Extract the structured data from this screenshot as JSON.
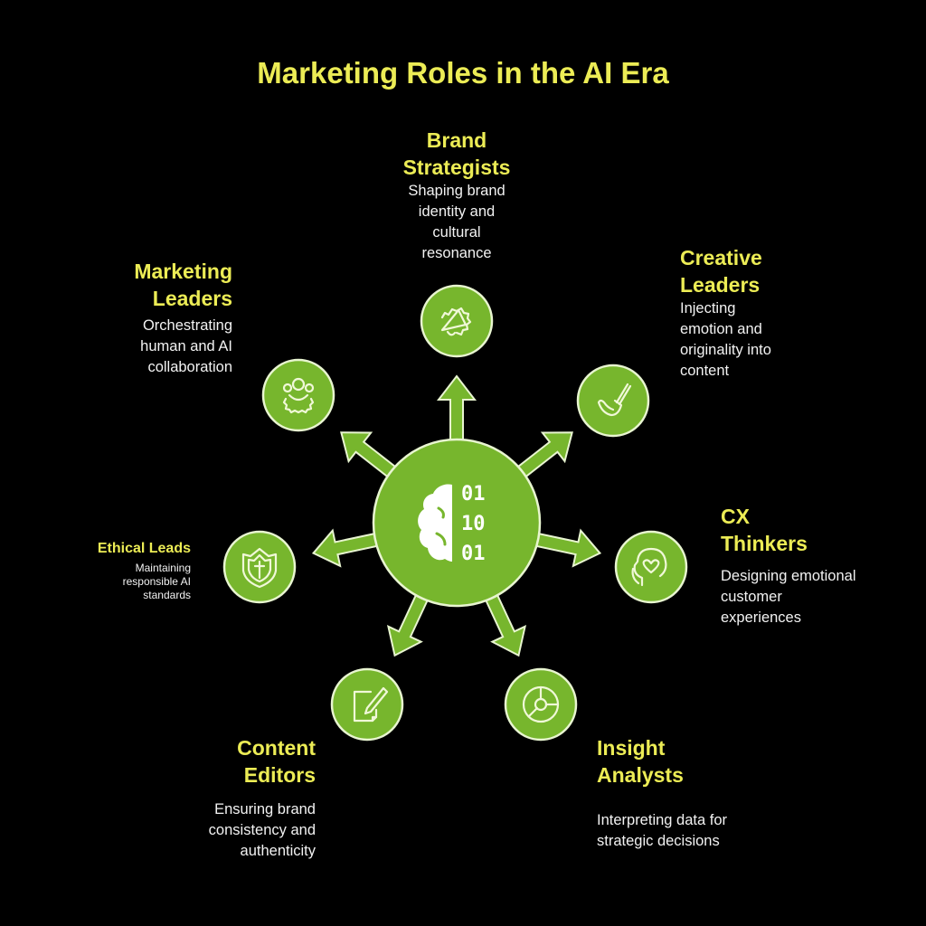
{
  "title": "Marketing Roles in the AI Era",
  "colors": {
    "accent": "#77b62d",
    "title": "#ecec55",
    "text": "#f2f2f2",
    "background": "#000000",
    "outline": "#e8f5d0"
  },
  "center": {
    "icon": "brain-binary-icon",
    "binary": [
      "01",
      "10",
      "01"
    ]
  },
  "roles": [
    {
      "id": "brand-strategists",
      "title_lines": [
        "Brand",
        "Strategists"
      ],
      "desc_lines": [
        "Shaping brand",
        "identity and",
        "cultural",
        "resonance"
      ],
      "icon": "megaphone-icon"
    },
    {
      "id": "creative-leaders",
      "title_lines": [
        "Creative",
        "Leaders"
      ],
      "desc_lines": [
        "Injecting",
        "emotion and",
        "originality into",
        "content"
      ],
      "icon": "paintbrush-icon"
    },
    {
      "id": "cx-thinkers",
      "title_lines": [
        "CX",
        "Thinkers"
      ],
      "desc_lines": [
        "Designing emotional",
        "customer",
        "experiences"
      ],
      "icon": "head-heart-icon"
    },
    {
      "id": "insight-analysts",
      "title_lines": [
        "Insight",
        "Analysts"
      ],
      "desc_lines": [
        "Interpreting data for",
        "strategic decisions"
      ],
      "icon": "pie-chart-icon"
    },
    {
      "id": "content-editors",
      "title_lines": [
        "Content",
        "Editors"
      ],
      "desc_lines": [
        "Ensuring brand",
        "consistency and",
        "authenticity"
      ],
      "icon": "document-pen-icon"
    },
    {
      "id": "ethical-leads",
      "title_lines": [
        "Ethical Leads"
      ],
      "desc_lines": [
        "Maintaining",
        "responsible AI",
        "standards"
      ],
      "icon": "shield-cross-icon"
    },
    {
      "id": "marketing-leaders",
      "title_lines": [
        "Marketing",
        "Leaders"
      ],
      "desc_lines": [
        "Orchestrating",
        "human and AI",
        "collaboration"
      ],
      "icon": "team-gear-icon"
    }
  ]
}
